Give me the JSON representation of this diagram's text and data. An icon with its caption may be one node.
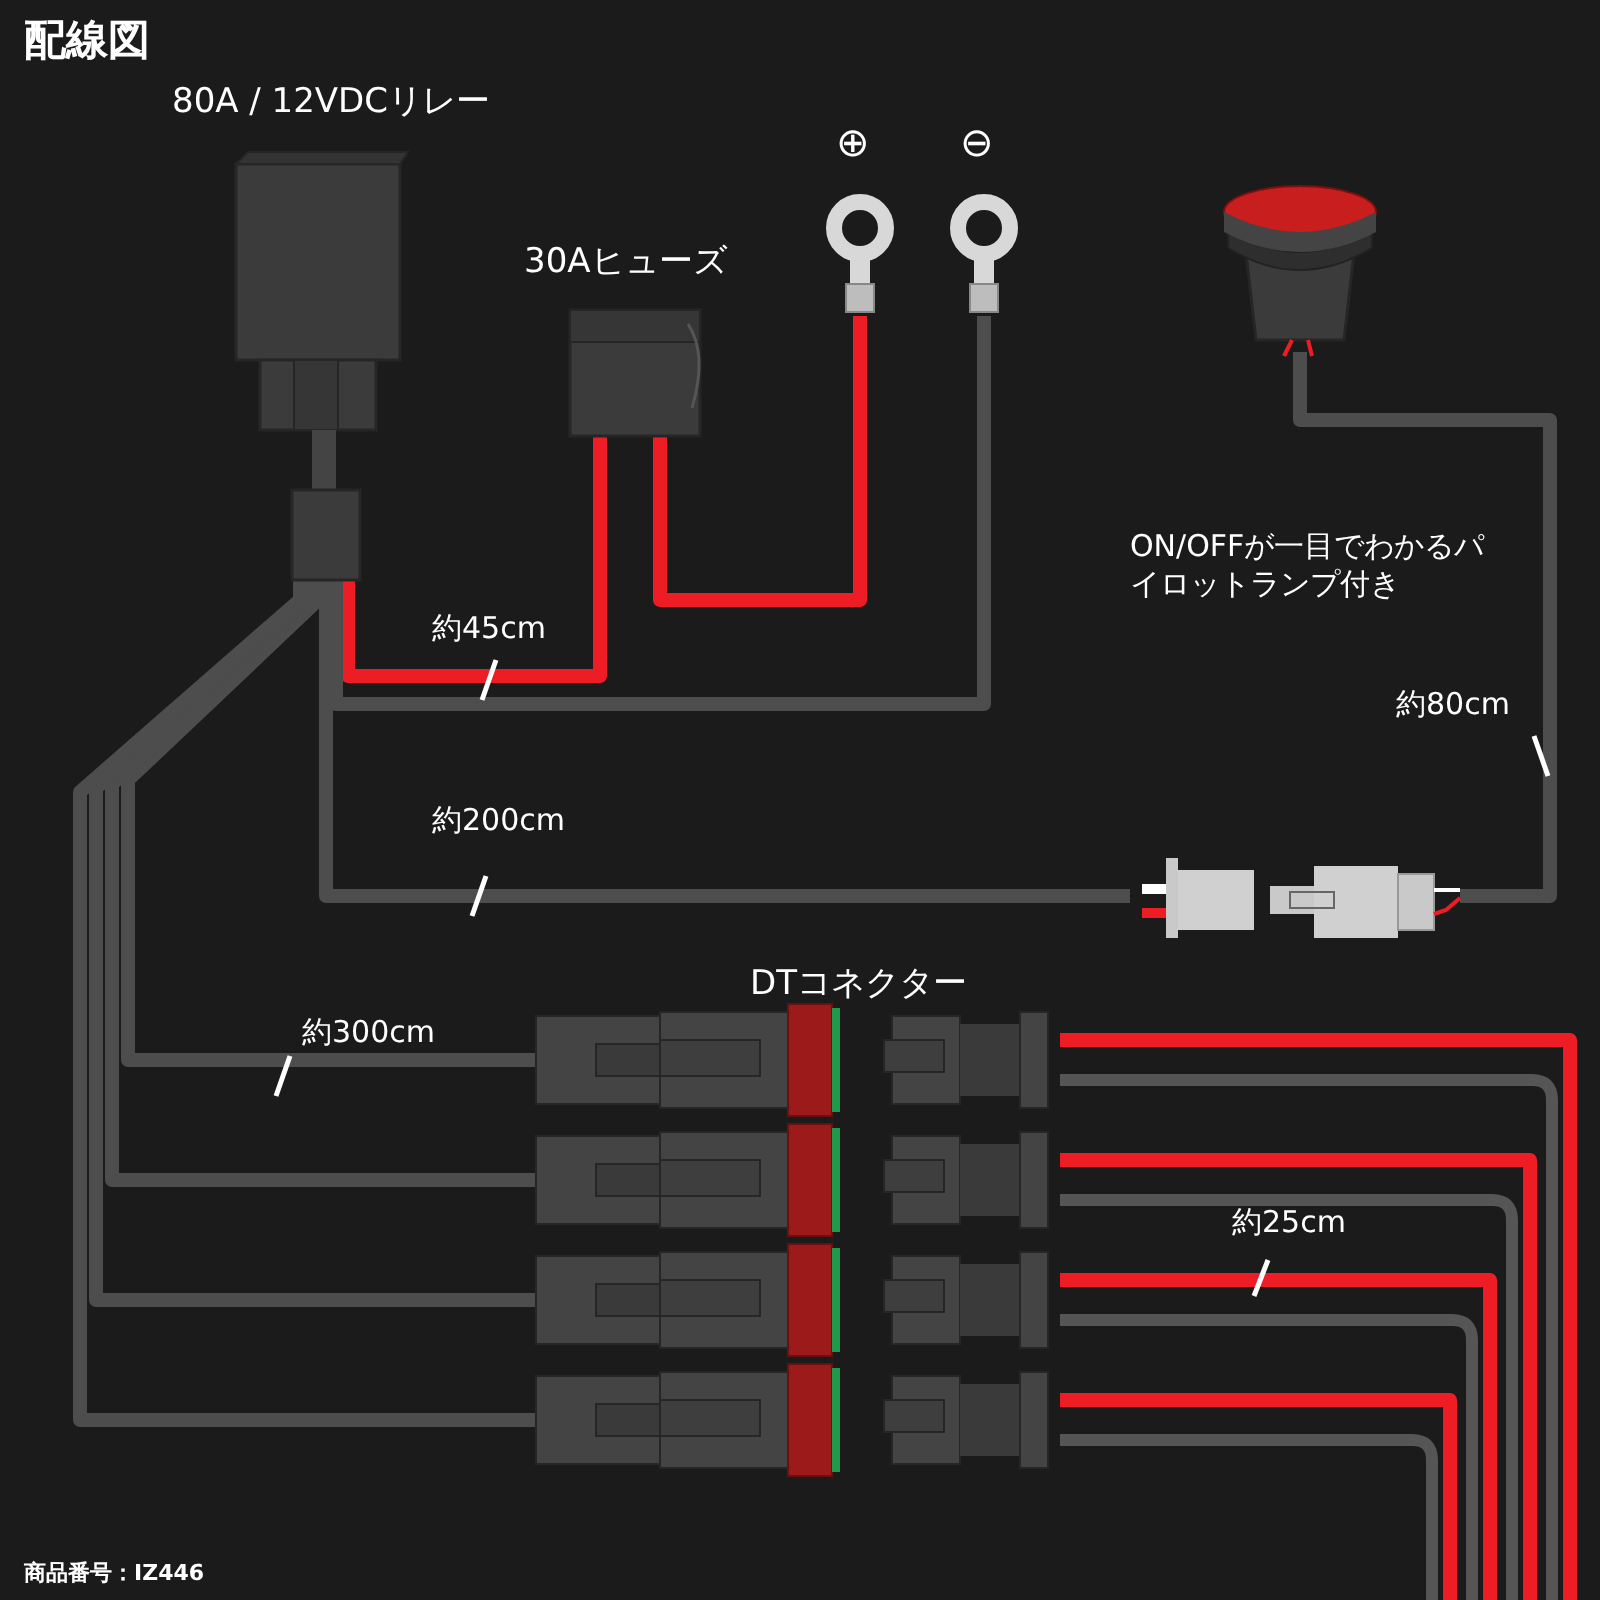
{
  "diagram": {
    "title": "配線図",
    "nodes": [
      {
        "text": [
          "80A / 12VDCリレー"
        ]
      },
      {
        "text": [
          "30Aヒューズ"
        ]
      },
      {
        "text": [
          "⊕"
        ]
      },
      {
        "text": [
          "⊖"
        ]
      },
      {
        "text": [],
        "shape": "picture"
      },
      {
        "text": [],
        "shape": "picture"
      },
      {
        "text": [],
        "shape": "picture",
        "beside": [
          "DTコネクター"
        ]
      },
      {
        "text": [],
        "shape": "picture"
      },
      {
        "text": [],
        "shape": "picture"
      },
      {
        "text": [],
        "shape": "picture"
      }
    ],
    "edges": [
      {
        "from": 0,
        "to": 1,
        "arrow": "none",
        "label": "約45cm",
        "color": "#ee1c24"
      },
      {
        "from": 1,
        "to": 2,
        "arrow": "none",
        "color": "#ee1c24"
      },
      {
        "from": 0,
        "to": 3,
        "arrow": "none"
      },
      {
        "from": 0,
        "to": 5,
        "arrow": "none",
        "label": "約200cm"
      },
      {
        "from": 5,
        "to": 4,
        "arrow": "none",
        "label": "約80cm"
      },
      {
        "from": 0,
        "to": 6,
        "arrow": "none",
        "label": "約300cm"
      },
      {
        "from": 0,
        "to": 7,
        "arrow": "none"
      },
      {
        "from": 0,
        "to": 8,
        "arrow": "none"
      },
      {
        "from": 0,
        "to": 9,
        "arrow": "none"
      },
      {
        "from": 6,
        "to": null,
        "arrow": "none",
        "color": "#ee1c24"
      },
      {
        "from": 7,
        "to": null,
        "arrow": "none",
        "label": "約25cm",
        "color": "#ee1c24"
      },
      {
        "from": 8,
        "to": null,
        "arrow": "none",
        "color": "#ee1c24"
      },
      {
        "from": 9,
        "to": null,
        "arrow": "none",
        "color": "#ee1c24"
      }
    ],
    "labels": [
      "ON/OFFが一目でわかるパイロットランプ付き",
      "商品番号：IZ446"
    ]
  }
}
